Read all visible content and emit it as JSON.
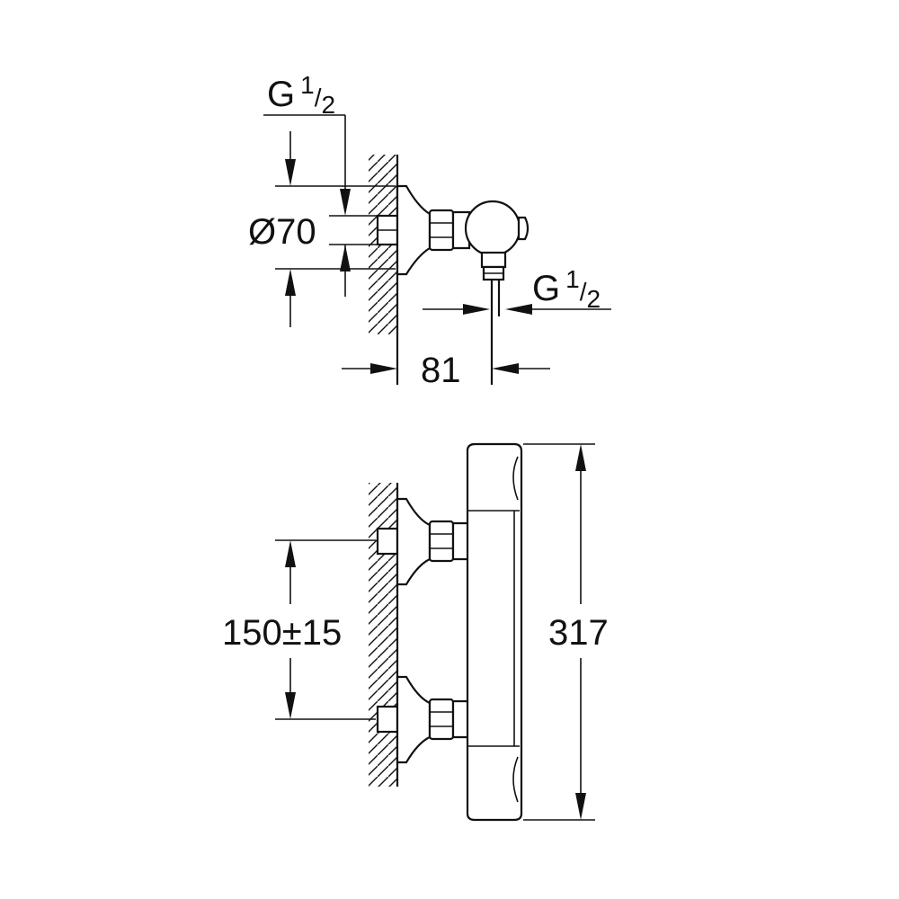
{
  "top_view": {
    "inlet_thread": {
      "main": "G",
      "num": "1",
      "den": "2"
    },
    "outlet_thread": {
      "main": "G",
      "num": "1",
      "den": "2"
    },
    "escutcheon_diameter": "Ø70",
    "projection": "81"
  },
  "front_view": {
    "inlet_spacing": "150±15",
    "body_length": "317"
  },
  "colors": {
    "line": "#111111",
    "background": "#ffffff"
  }
}
